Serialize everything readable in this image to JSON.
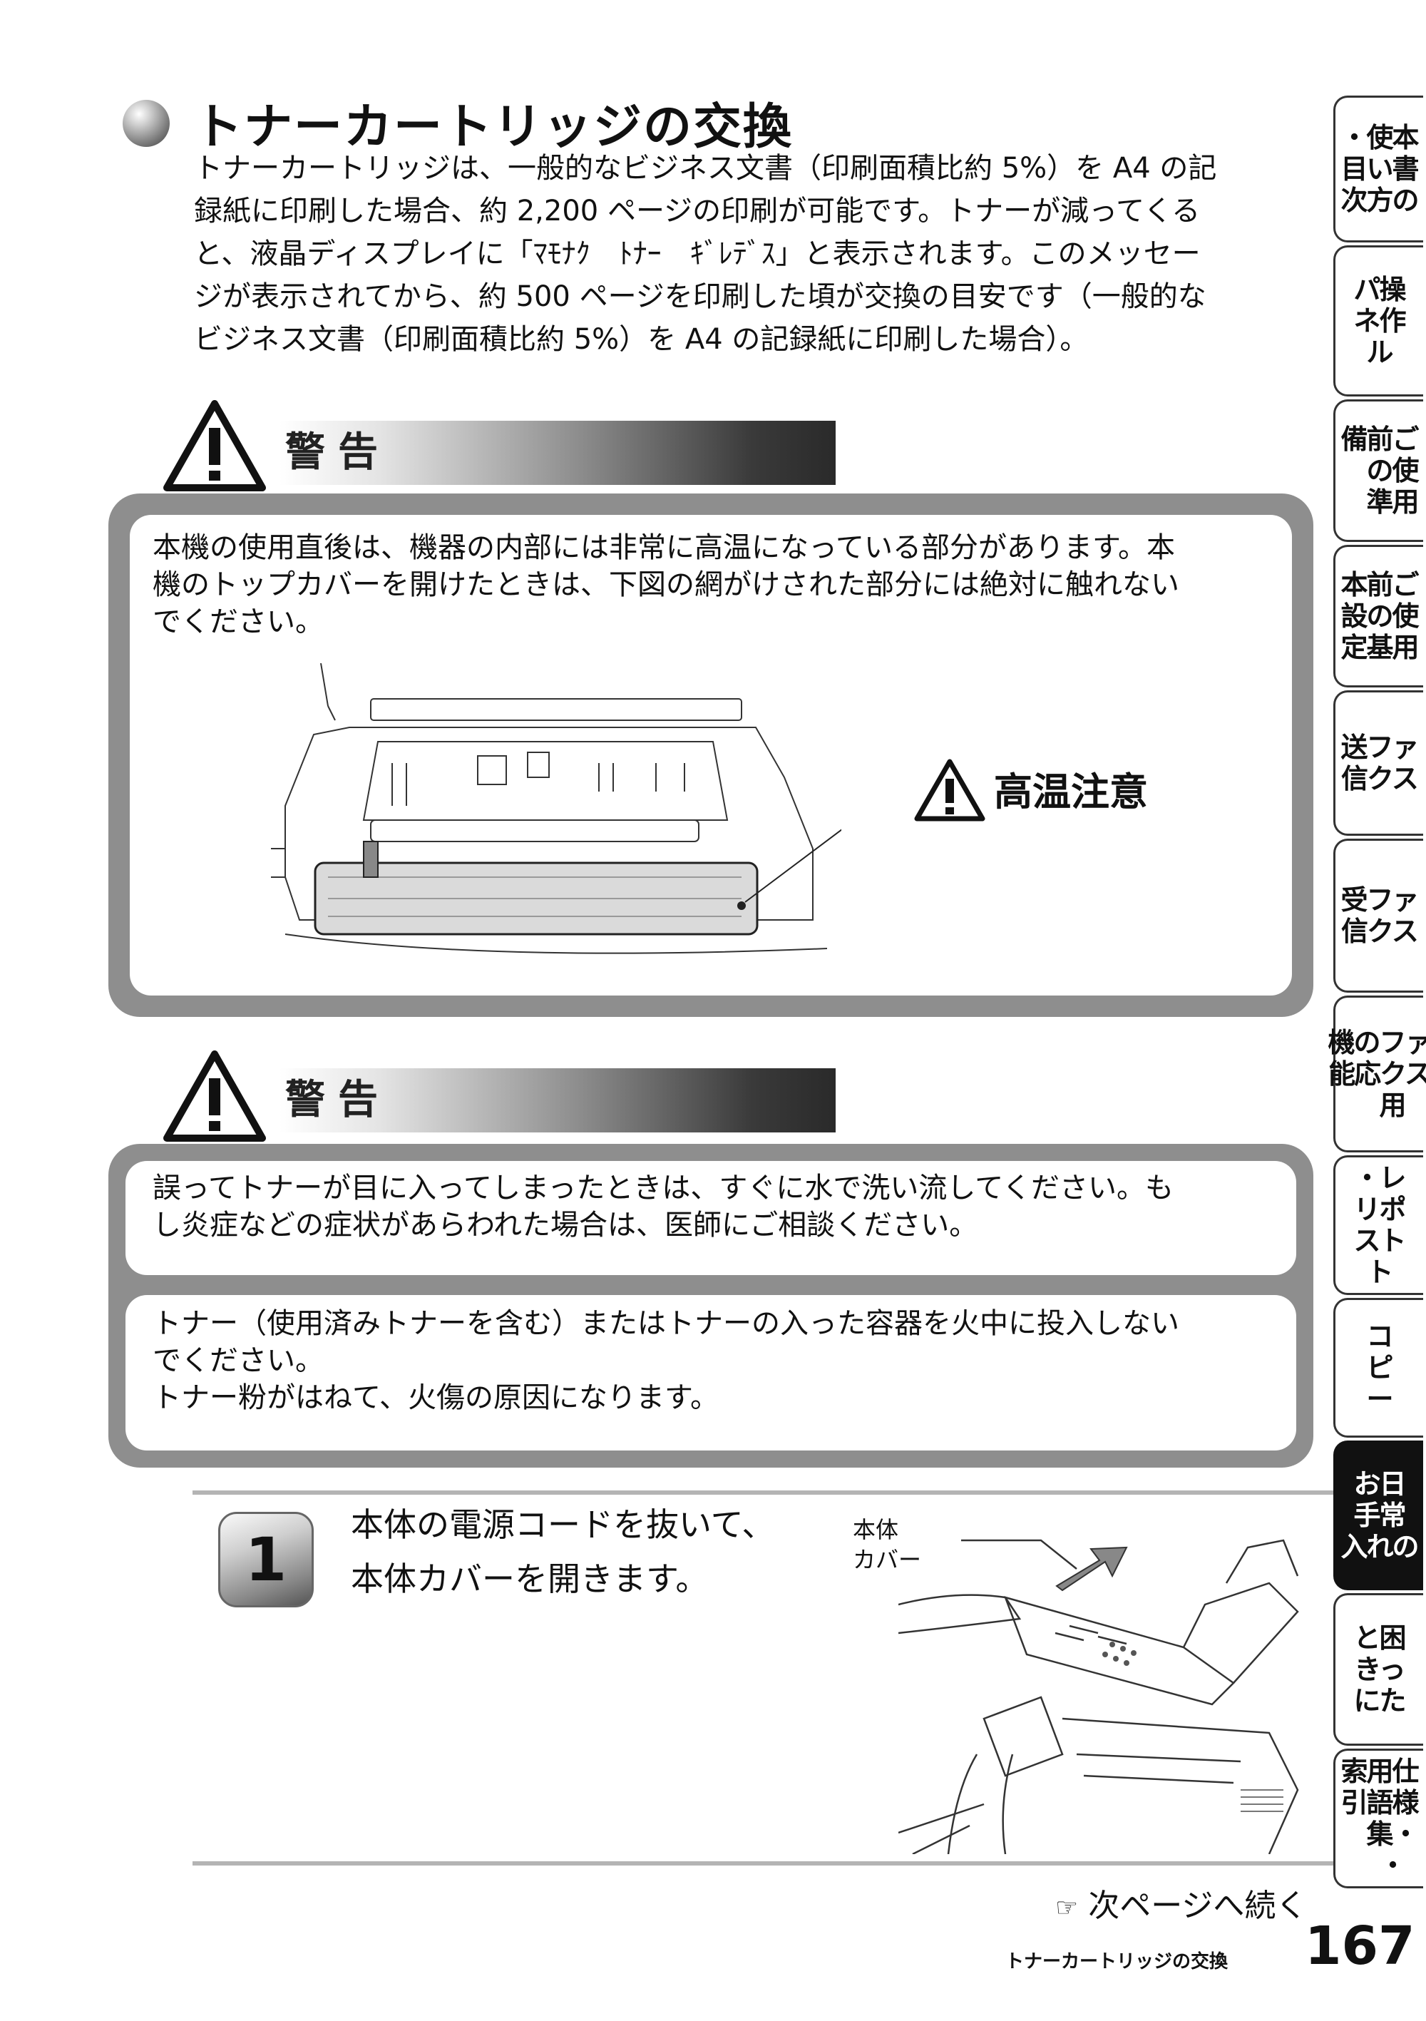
{
  "title": "トナーカートリッジの交換",
  "intro": [
    "トナーカートリッジは、一般的なビジネス文書（印刷面積比約 5%）を A4 の記",
    "録紙に印刷した場合、約 2,200 ページの印刷が可能です。トナーが減ってくる",
    "と、液晶ディスプレイに「ﾏﾓﾅｸ　ﾄﾅｰ　ｷﾞﾚﾃﾞｽ」と表示されます。このメッセー",
    "ジが表示されてから、約 500 ページを印刷した頃が交換の目安です（一般的な",
    "ビジネス文書（印刷面積比約 5%）を A4 の記録紙に印刷した場合）。"
  ],
  "warning1": {
    "label": "警告",
    "text": [
      "本機の使用直後は、機器の内部には非常に高温になっている部分があります。本",
      "機のトップカバーを開けたときは、下図の網がけされた部分には絶対に触れない",
      "でください。"
    ],
    "callout": "高温注意"
  },
  "warning2": {
    "label": "警告",
    "box1": [
      "誤ってトナーが目に入ってしまったときは、すぐに水で洗い流してください。も",
      "し炎症などの症状があらわれた場合は、医師にご相談ください。"
    ],
    "box2": [
      "トナー（使用済みトナーを含む）またはトナーの入った容器を火中に投入しない",
      "でください。",
      "トナー粉がはねて、火傷の原因になります。"
    ]
  },
  "step": {
    "number": "1",
    "lines": [
      "本体の電源コードを抜いて、",
      "本体カバーを開きます。"
    ],
    "figure_label": [
      "本体",
      "カバー"
    ]
  },
  "footer": {
    "continue": "次ページへ続く",
    "section": "トナーカートリッジの交換",
    "page": "167"
  },
  "tabs": [
    "・使本\n目い書\n次方の",
    "パ操\nネ作\nル",
    "備前ご\n　の使\n　準用",
    "本前ご\n設の使\n定基用",
    "送ファ\n信クス",
    "受ファ\n信クス",
    "機のファ\n能応クス\n　用",
    "・レ\nリポ\nスト\nト",
    "コ\nピ\nー",
    "お日\n手常\n入れの",
    "と困\nきっ\nにた",
    "索用仕\n引語様\n　集・\n　・"
  ],
  "colors": {
    "frame": "#8e8e8e",
    "active_tab": "#111111"
  }
}
